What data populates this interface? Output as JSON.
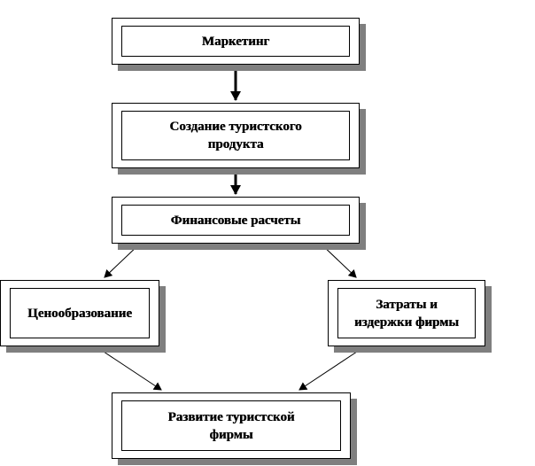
{
  "diagram": {
    "nodes": {
      "marketing": {
        "label": "Маркетинг"
      },
      "product": {
        "label": "Создание туристского продукта"
      },
      "finance": {
        "label": "Финансовые расчеты"
      },
      "pricing": {
        "label": "Ценообразование"
      },
      "costs": {
        "label": "Затраты и издержки фирмы"
      },
      "development": {
        "label": "Развитие туристской фирмы"
      }
    },
    "edges": [
      {
        "from": "marketing",
        "to": "product",
        "style": "thick"
      },
      {
        "from": "product",
        "to": "finance",
        "style": "thick"
      },
      {
        "from": "finance",
        "to": "pricing",
        "style": "thin"
      },
      {
        "from": "finance",
        "to": "costs",
        "style": "thin"
      },
      {
        "from": "pricing",
        "to": "development",
        "style": "thin"
      },
      {
        "from": "costs",
        "to": "development",
        "style": "thin"
      }
    ]
  }
}
